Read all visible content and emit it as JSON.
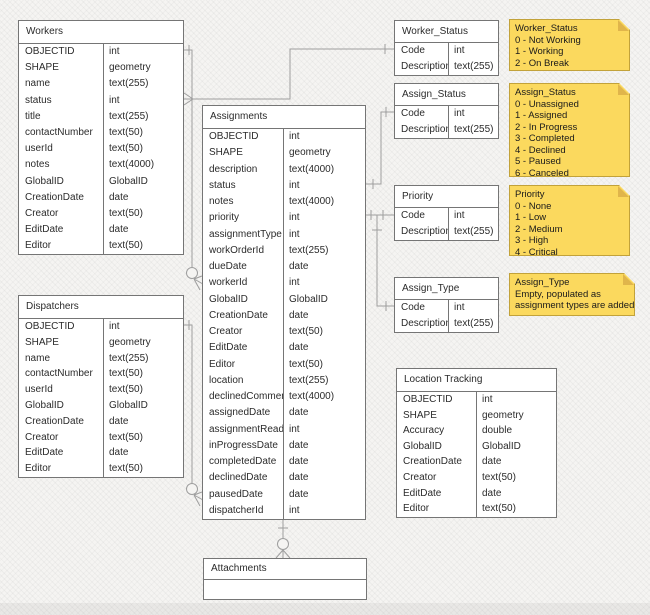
{
  "tables": {
    "workers": {
      "title": "Workers",
      "fields": [
        {
          "name": "OBJECTID",
          "type": "int"
        },
        {
          "name": "SHAPE",
          "type": "geometry"
        },
        {
          "name": "name",
          "type": "text(255)"
        },
        {
          "name": "status",
          "type": "int"
        },
        {
          "name": "title",
          "type": "text(255)"
        },
        {
          "name": "contactNumber",
          "type": "text(50)"
        },
        {
          "name": "userId",
          "type": "text(50)"
        },
        {
          "name": "notes",
          "type": "text(4000)"
        },
        {
          "name": "GlobalID",
          "type": "GlobalID"
        },
        {
          "name": "CreationDate",
          "type": "date"
        },
        {
          "name": "Creator",
          "type": "text(50)"
        },
        {
          "name": "EditDate",
          "type": "date"
        },
        {
          "name": "Editor",
          "type": "text(50)"
        }
      ]
    },
    "dispatchers": {
      "title": "Dispatchers",
      "fields": [
        {
          "name": "OBJECTID",
          "type": "int"
        },
        {
          "name": "SHAPE",
          "type": "geometry"
        },
        {
          "name": "name",
          "type": "text(255)"
        },
        {
          "name": "contactNumber",
          "type": "text(50)"
        },
        {
          "name": "userId",
          "type": "text(50)"
        },
        {
          "name": "GlobalID",
          "type": "GlobalID"
        },
        {
          "name": "CreationDate",
          "type": "date"
        },
        {
          "name": "Creator",
          "type": "text(50)"
        },
        {
          "name": "EditDate",
          "type": "date"
        },
        {
          "name": "Editor",
          "type": "text(50)"
        }
      ]
    },
    "assignments": {
      "title": "Assignments",
      "fields": [
        {
          "name": "OBJECTID",
          "type": "int"
        },
        {
          "name": "SHAPE",
          "type": "geometry"
        },
        {
          "name": "description",
          "type": "text(4000)"
        },
        {
          "name": "status",
          "type": "int"
        },
        {
          "name": "notes",
          "type": "text(4000)"
        },
        {
          "name": "priority",
          "type": "int"
        },
        {
          "name": "assignmentType",
          "type": "int"
        },
        {
          "name": "workOrderId",
          "type": "text(255)"
        },
        {
          "name": "dueDate",
          "type": "date"
        },
        {
          "name": "workerId",
          "type": "int"
        },
        {
          "name": "GlobalID",
          "type": "GlobalID"
        },
        {
          "name": "CreationDate",
          "type": "date"
        },
        {
          "name": "Creator",
          "type": "text(50)"
        },
        {
          "name": "EditDate",
          "type": "date"
        },
        {
          "name": "Editor",
          "type": "text(50)"
        },
        {
          "name": "location",
          "type": "text(255)"
        },
        {
          "name": "declinedComment",
          "type": "text(4000)"
        },
        {
          "name": "assignedDate",
          "type": "date"
        },
        {
          "name": "assignmentRead",
          "type": "int"
        },
        {
          "name": "inProgressDate",
          "type": "date"
        },
        {
          "name": "completedDate",
          "type": "date"
        },
        {
          "name": "declinedDate",
          "type": "date"
        },
        {
          "name": "pausedDate",
          "type": "date"
        },
        {
          "name": "dispatcherId",
          "type": "int"
        }
      ]
    },
    "worker_status": {
      "title": "Worker_Status",
      "fields": [
        {
          "name": "Code",
          "type": "int"
        },
        {
          "name": "Description",
          "type": "text(255)"
        }
      ]
    },
    "assign_status": {
      "title": "Assign_Status",
      "fields": [
        {
          "name": "Code",
          "type": "int"
        },
        {
          "name": "Description",
          "type": "text(255)"
        }
      ]
    },
    "priority": {
      "title": "Priority",
      "fields": [
        {
          "name": "Code",
          "type": "int"
        },
        {
          "name": "Description",
          "type": "text(255)"
        }
      ]
    },
    "assign_type": {
      "title": "Assign_Type",
      "fields": [
        {
          "name": "Code",
          "type": "int"
        },
        {
          "name": "Description",
          "type": "text(255)"
        }
      ]
    },
    "location_tracking": {
      "title": "Location Tracking",
      "fields": [
        {
          "name": "OBJECTID",
          "type": "int"
        },
        {
          "name": "SHAPE",
          "type": "geometry"
        },
        {
          "name": "Accuracy",
          "type": "double"
        },
        {
          "name": "GlobalID",
          "type": "GlobalID"
        },
        {
          "name": "CreationDate",
          "type": "date"
        },
        {
          "name": "Creator",
          "type": "text(50)"
        },
        {
          "name": "EditDate",
          "type": "date"
        },
        {
          "name": "Editor",
          "type": "text(50)"
        }
      ]
    },
    "attachments": {
      "title": "Attachments"
    }
  },
  "notes": {
    "worker_status": {
      "title": "Worker_Status",
      "lines": [
        "0 - Not Working",
        "1 - Working",
        "2 - On Break"
      ]
    },
    "assign_status": {
      "title": "Assign_Status",
      "lines": [
        "0 - Unassigned",
        "1 - Assigned",
        "2 - In Progress",
        "3 - Completed",
        "4 - Declined",
        "5 - Paused",
        "6 - Canceled"
      ]
    },
    "priority": {
      "title": "Priority",
      "lines": [
        "0 - None",
        "1 - Low",
        "2 - Medium",
        "3 - High",
        "4 - Critical"
      ]
    },
    "assign_type": {
      "title": "Assign_Type",
      "lines": [
        "Empty, populated as",
        "assignment types are added"
      ]
    }
  },
  "colors": {
    "note_fill": "#FBD95E",
    "note_fold": "#E0B54B",
    "note_border": "#C2A23A",
    "table_border": "#757575",
    "connector": "#9e9e9e",
    "background": "#f5f4f2"
  }
}
